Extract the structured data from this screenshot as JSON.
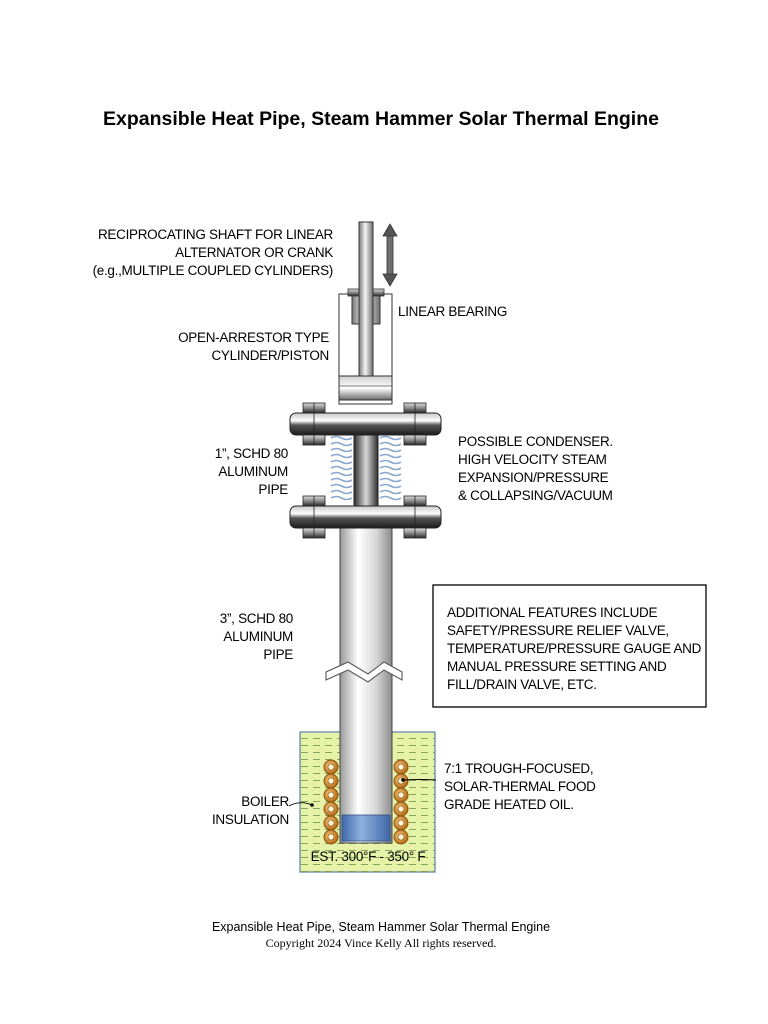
{
  "title": "Expansible Heat Pipe, Steam Hammer Solar Thermal Engine",
  "labels": {
    "shaft": [
      "RECIPROCATING SHAFT FOR LINEAR",
      "ALTERNATOR OR CRANK",
      "(e.g.,MULTIPLE COUPLED CYLINDERS)"
    ],
    "bearing": [
      "LINEAR BEARING"
    ],
    "cylinder": [
      "OPEN-ARRESTOR TYPE",
      "CYLINDER/PISTON"
    ],
    "small_pipe": [
      "1”, SCHD 80",
      "ALUMINUM",
      "PIPE"
    ],
    "condenser": [
      "POSSIBLE CONDENSER.",
      "HIGH VELOCITY STEAM",
      "EXPANSION/PRESSURE",
      "& COLLAPSING/VACUUM"
    ],
    "large_pipe": [
      "3”, SCHD 80",
      "ALUMINUM",
      "PIPE"
    ],
    "features": [
      "ADDITIONAL FEATURES INCLUDE",
      "SAFETY/PRESSURE RELIEF VALVE,",
      "TEMPERATURE/PRESSURE GAUGE AND",
      "MANUAL PRESSURE SETTING AND",
      "FILL/DRAIN VALVE, ETC."
    ],
    "oil": [
      "7:1 TROUGH-FOCUSED,",
      "SOLAR-THERMAL FOOD",
      "GRADE HEATED  OIL."
    ],
    "boiler": [
      "BOILER",
      "INSULATION"
    ],
    "temperature": "EST. 300°F - 350° F"
  },
  "colors": {
    "insulation_fill": "#e6f2a8",
    "insulation_border": "#5b7fa6",
    "coil_fill": "#d08a2a",
    "water": "#6f97cf",
    "spring": "#8aa7d0",
    "metal_dark": "#333333",
    "metal_light": "#f2f2f2"
  },
  "footer": {
    "line1": "Expansible Heat Pipe, Steam Hammer Solar Thermal Engine",
    "line2": "Copyright 2024 Vince Kelly  All rights reserved."
  }
}
